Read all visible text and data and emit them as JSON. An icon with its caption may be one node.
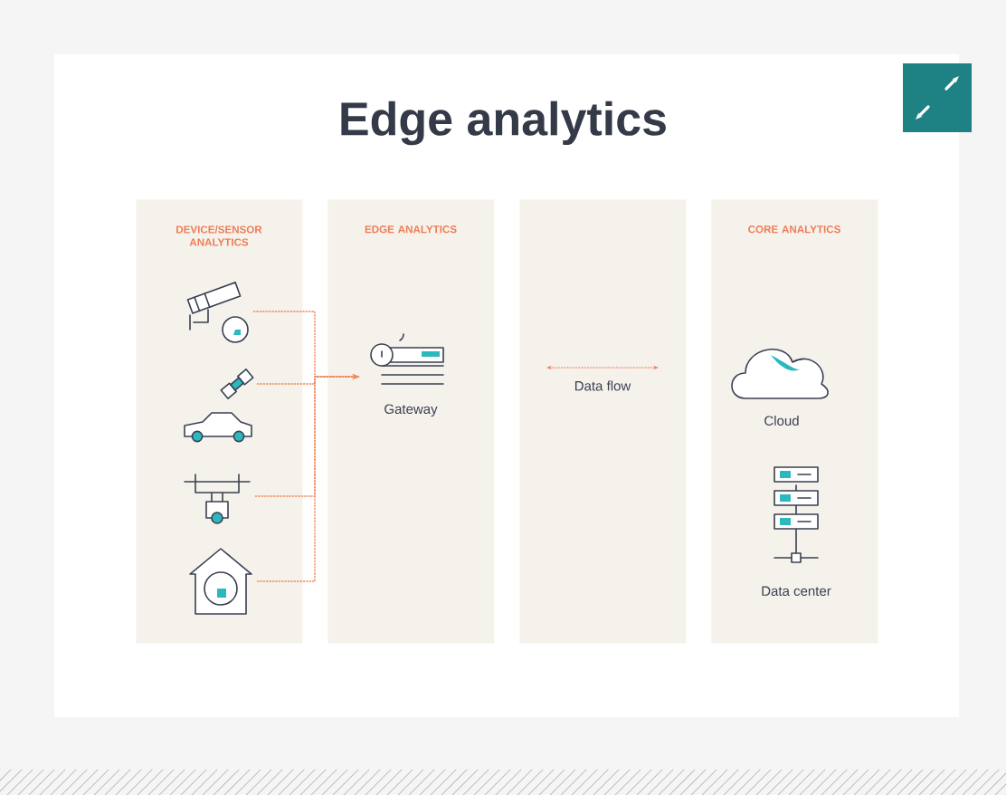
{
  "diagram": {
    "title": "Edge analytics",
    "nodes": [
      {
        "text": [
          "DEVICE/SENSOR ANALYTICS"
        ]
      },
      {
        "text": [],
        "shape": "picture",
        "in": 0
      },
      {
        "text": [],
        "shape": "picture",
        "in": 0
      },
      {
        "text": [],
        "shape": "picture",
        "in": 0
      },
      {
        "text": [],
        "shape": "picture",
        "in": 0
      },
      {
        "text": [
          "EDGE ANALYTICS"
        ]
      },
      {
        "text": [
          "Gateway"
        ],
        "in": 5
      },
      {
        "text": [],
        "shape": "box"
      },
      {
        "text": [
          "CORE ANALYTICS"
        ]
      },
      {
        "text": [
          "Cloud"
        ],
        "in": 8
      },
      {
        "text": [
          "Data center"
        ],
        "in": 8
      }
    ],
    "edges": [
      {
        "from": 1,
        "to": 6,
        "arrow": "to",
        "style": "dashed",
        "color": "#f08a5d"
      },
      {
        "from": 2,
        "to": 6,
        "arrow": "to",
        "style": "dashed",
        "color": "#f08a5d"
      },
      {
        "from": 3,
        "to": 6,
        "arrow": "to",
        "style": "dashed",
        "color": "#f08a5d"
      },
      {
        "from": 4,
        "to": 6,
        "arrow": "to",
        "style": "dashed",
        "color": "#f08a5d"
      }
    ],
    "legend": [
      {
        "text": "Data flow"
      }
    ]
  }
}
